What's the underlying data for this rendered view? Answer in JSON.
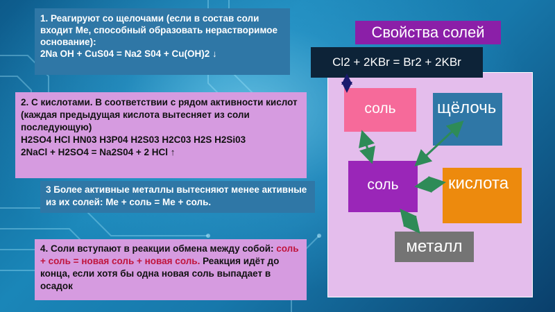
{
  "box1": {
    "text": "1. Реагируют со щелочами (если в состав соли входит Ме, способный образовать нерастворимое основание):",
    "equation": "2Na OH + CuS04 = Na2 S04 + Cu(OH)2 ↓"
  },
  "box2": {
    "text": "2. С кислотами. В соответствии с рядом активности кислот (каждая предыдущая кислота вытесняет из соли последующую)",
    "acids": " H2SO4 HCl  HN03  H3P04  H2S03  H2C03  H2S  H2Si03",
    "equation": "2NaCl + H2SO4 = Na2S04 + 2 HCl ↑"
  },
  "box3": {
    "text": "3 Более активные металлы вытесняют менее активные из их солей: Ме + соль = Ме + соль."
  },
  "box4": {
    "prefix": "4. Соли вступают в реакции обмена между собой: ",
    "highlight": "соль + соль = новая соль + новая соль.",
    "suffix": " Реакция идёт до конца, если хотя бы одна новая соль выпадает в осадок"
  },
  "diagram": {
    "title": "Свойства солей",
    "equation": "Cl2 + 2KBr = Br2 + 2KBr",
    "salt_top": "соль",
    "salt_center": "соль",
    "alkali": "щёлочь",
    "acid": "кислота",
    "metal": "металл"
  },
  "colors": {
    "blue_box": "#2f77a6",
    "pink_box": "#d69be0",
    "title_bg": "#8b1fa8",
    "panel_bg": "#e4bdec",
    "arrow": "#2e8b57"
  }
}
